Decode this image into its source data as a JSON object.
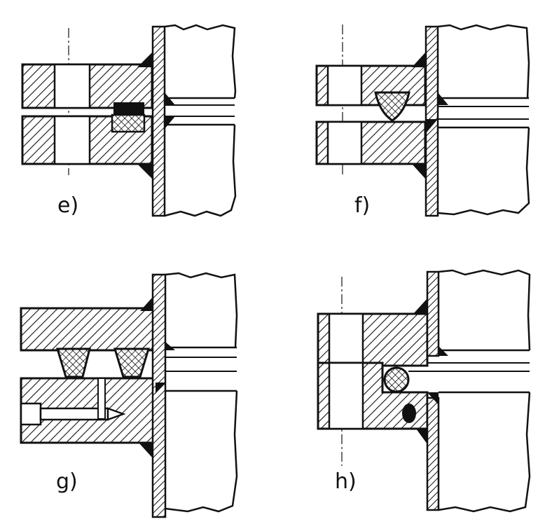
{
  "panels": [
    {
      "id": "e",
      "label": "e)"
    },
    {
      "id": "f",
      "label": "f)"
    },
    {
      "id": "g",
      "label": "g)"
    },
    {
      "id": "h",
      "label": "h)"
    }
  ],
  "colors": {
    "ink": "#111111",
    "paper": "#ffffff",
    "hatch": "#111111",
    "gasket_fill": "#ffffff"
  }
}
